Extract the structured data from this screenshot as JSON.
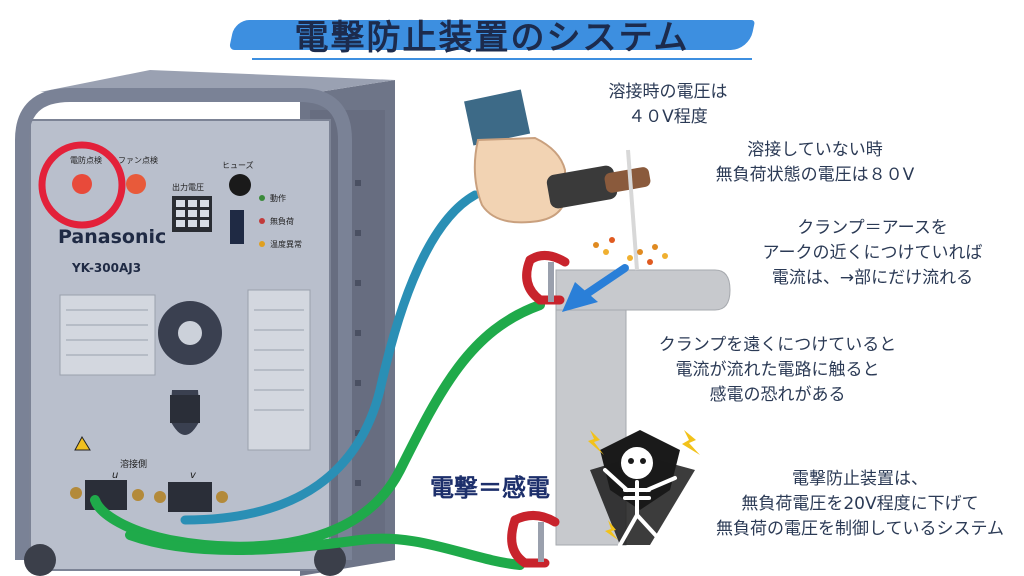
{
  "title": "電撃防止装置のシステム",
  "notes": {
    "weld_voltage": [
      "溶接時の電圧は",
      "４０V程度"
    ],
    "no_load": [
      "溶接していない時",
      "無負荷状態の電圧は８０V"
    ],
    "clamp_near": [
      "クランプ＝アースを",
      "アークの近くにつけていれば",
      "電流は、→部にだけ流れる"
    ],
    "clamp_far": [
      "クランプを遠くにつけていると",
      "電流が流れた電路に触ると",
      "感電の恐れがある"
    ],
    "device": [
      "電撃防止装置は、",
      "無負荷電圧を20V程度に下げて",
      "無負荷の電圧を制御しているシステム"
    ]
  },
  "shock_label": "電撃＝感電",
  "machine": {
    "brand": "Panasonic",
    "model": "YK-300AJ3",
    "panel_labels": [
      "電防点検",
      "ファン点検",
      "ヒューズ",
      "出力電圧",
      "動作",
      "無負荷",
      "温度異常",
      "溶接側"
    ],
    "terminal_labels": [
      "u",
      "v"
    ]
  },
  "colors": {
    "title_band": "#3d8fe0",
    "circle_highlight": "#e3213a",
    "cable_blue": "#2a8fb5",
    "cable_green": "#1faa4a",
    "machine_body": "#8c94a6",
    "clamp": "#c8232c"
  },
  "icons": [
    "hand-holding-torch-icon",
    "c-clamp-icon",
    "electrocuted-skeleton-icon",
    "current-arrow-icon"
  ]
}
